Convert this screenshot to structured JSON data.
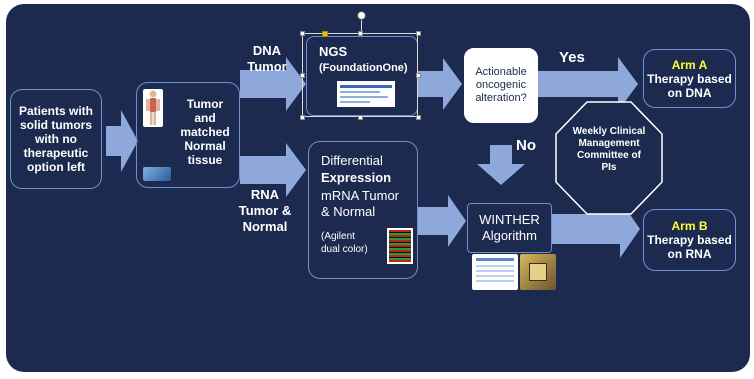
{
  "patients": "Patients with solid tumors with no therapeutic option left",
  "tumor_box": "Tumor and matched Normal tissue",
  "dna_tumor_label": "DNA Tumor",
  "rna_label": "RNA Tumor & Normal",
  "ngs": {
    "title": "NGS",
    "subtitle": "(FoundationOne)"
  },
  "expression": {
    "line1": "Differential",
    "line2": "Expression",
    "line3": "mRNA Tumor & Normal",
    "line4": "(Agilent dual color)"
  },
  "actionable": "Actionable oncogenic alteration?",
  "yes_label": "Yes",
  "no_label": "No",
  "weekly": "Weekly Clinical Management Committee of PIs",
  "winther": "WINTHER Algorithm",
  "arm_a": {
    "title": "Arm A",
    "desc": "Therapy based on DNA"
  },
  "arm_b": {
    "title": "Arm B",
    "desc": "Therapy based on RNA"
  },
  "colors": {
    "background": "#1b2a4e",
    "arrow": "#8fa8dc",
    "highlight": "#ffff33"
  }
}
